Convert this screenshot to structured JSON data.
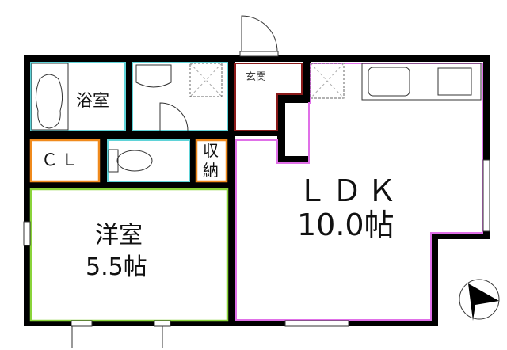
{
  "rooms": {
    "bath": {
      "name": "浴室"
    },
    "entrance": {
      "name": "玄関"
    },
    "closet": {
      "name": "ＣＬ"
    },
    "storage": {
      "name_line1": "収",
      "name_line2": "納"
    },
    "ldk": {
      "name": "ＬＤＫ",
      "size": "10.0帖"
    },
    "western_room": {
      "name": "洋室",
      "size": "5.5帖"
    }
  },
  "colors": {
    "wall": "#000000",
    "wet_area": "#5fd3d8",
    "storage": "#f08a1c",
    "entrance": "#8b1a1a",
    "ldk": "#e070e8",
    "western_room": "#8ad43a"
  }
}
